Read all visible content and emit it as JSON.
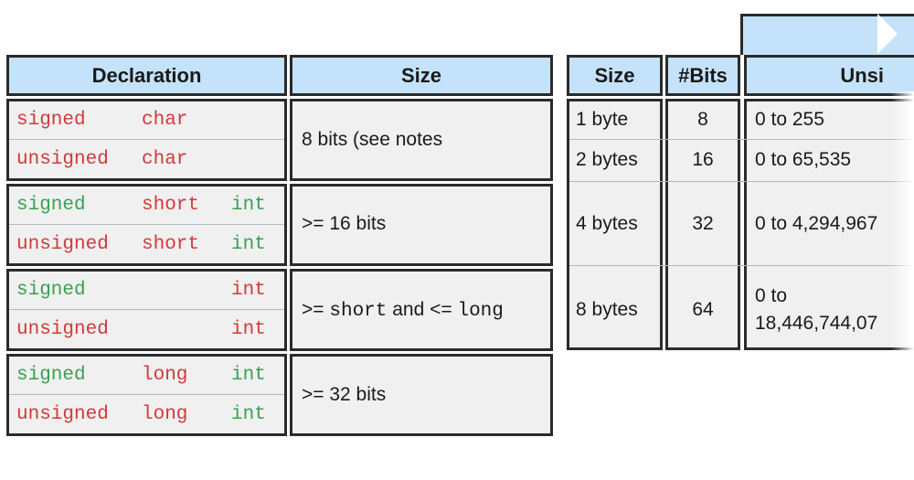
{
  "left_table": {
    "headers": {
      "declaration": "Declaration",
      "size": "Size"
    },
    "groups": [
      {
        "rows": [
          {
            "sign": "signed",
            "type1": "char",
            "type2": ""
          },
          {
            "sign": "unsigned",
            "type1": "char",
            "type2": ""
          }
        ],
        "size_prefix": "8 bits (see notes",
        "size_mid": "",
        "size_mid_mono": "",
        "size_suffix": "",
        "size_suffix_mono": ""
      },
      {
        "rows": [
          {
            "sign": "signed",
            "type1": "short",
            "type2": "int"
          },
          {
            "sign": "unsigned",
            "type1": "short",
            "type2": "int"
          }
        ],
        "size_prefix": ">= 16 bits"
      },
      {
        "rows": [
          {
            "sign": "signed",
            "type1": "",
            "type2": "int"
          },
          {
            "sign": "unsigned",
            "type1": "",
            "type2": "int"
          }
        ],
        "size_prefix": ">= ",
        "size_mono1": "short",
        "size_mid": " and <= ",
        "size_mono2": "long"
      },
      {
        "rows": [
          {
            "sign": "signed",
            "type1": "long",
            "type2": "int"
          },
          {
            "sign": "unsigned",
            "type1": "long",
            "type2": "int"
          }
        ],
        "size_prefix": ">= 32 bits"
      }
    ]
  },
  "right_table": {
    "headers": {
      "size": "Size",
      "bits": "#Bits",
      "unsigned": "Unsi"
    },
    "rows": [
      {
        "size": "1 byte",
        "bits": "8",
        "range_line1": "0 to 255",
        "range_line2": ""
      },
      {
        "size": "2 bytes",
        "bits": "16",
        "range_line1": "0 to 65,535",
        "range_line2": ""
      },
      {
        "size": "4 bytes",
        "bits": "32",
        "range_line1": "0 to 4,294,967",
        "range_line2": ""
      },
      {
        "size": "8 bytes",
        "bits": "64",
        "range_line1": "0 to",
        "range_line2": "18,446,744,07"
      }
    ]
  },
  "colors": {
    "header_bg": "#c4e3fb",
    "cell_bg": "#f0f0f0",
    "border": "#2b2b2b",
    "signed_green": "#3aa050",
    "keyword_red": "#d03a3a"
  }
}
